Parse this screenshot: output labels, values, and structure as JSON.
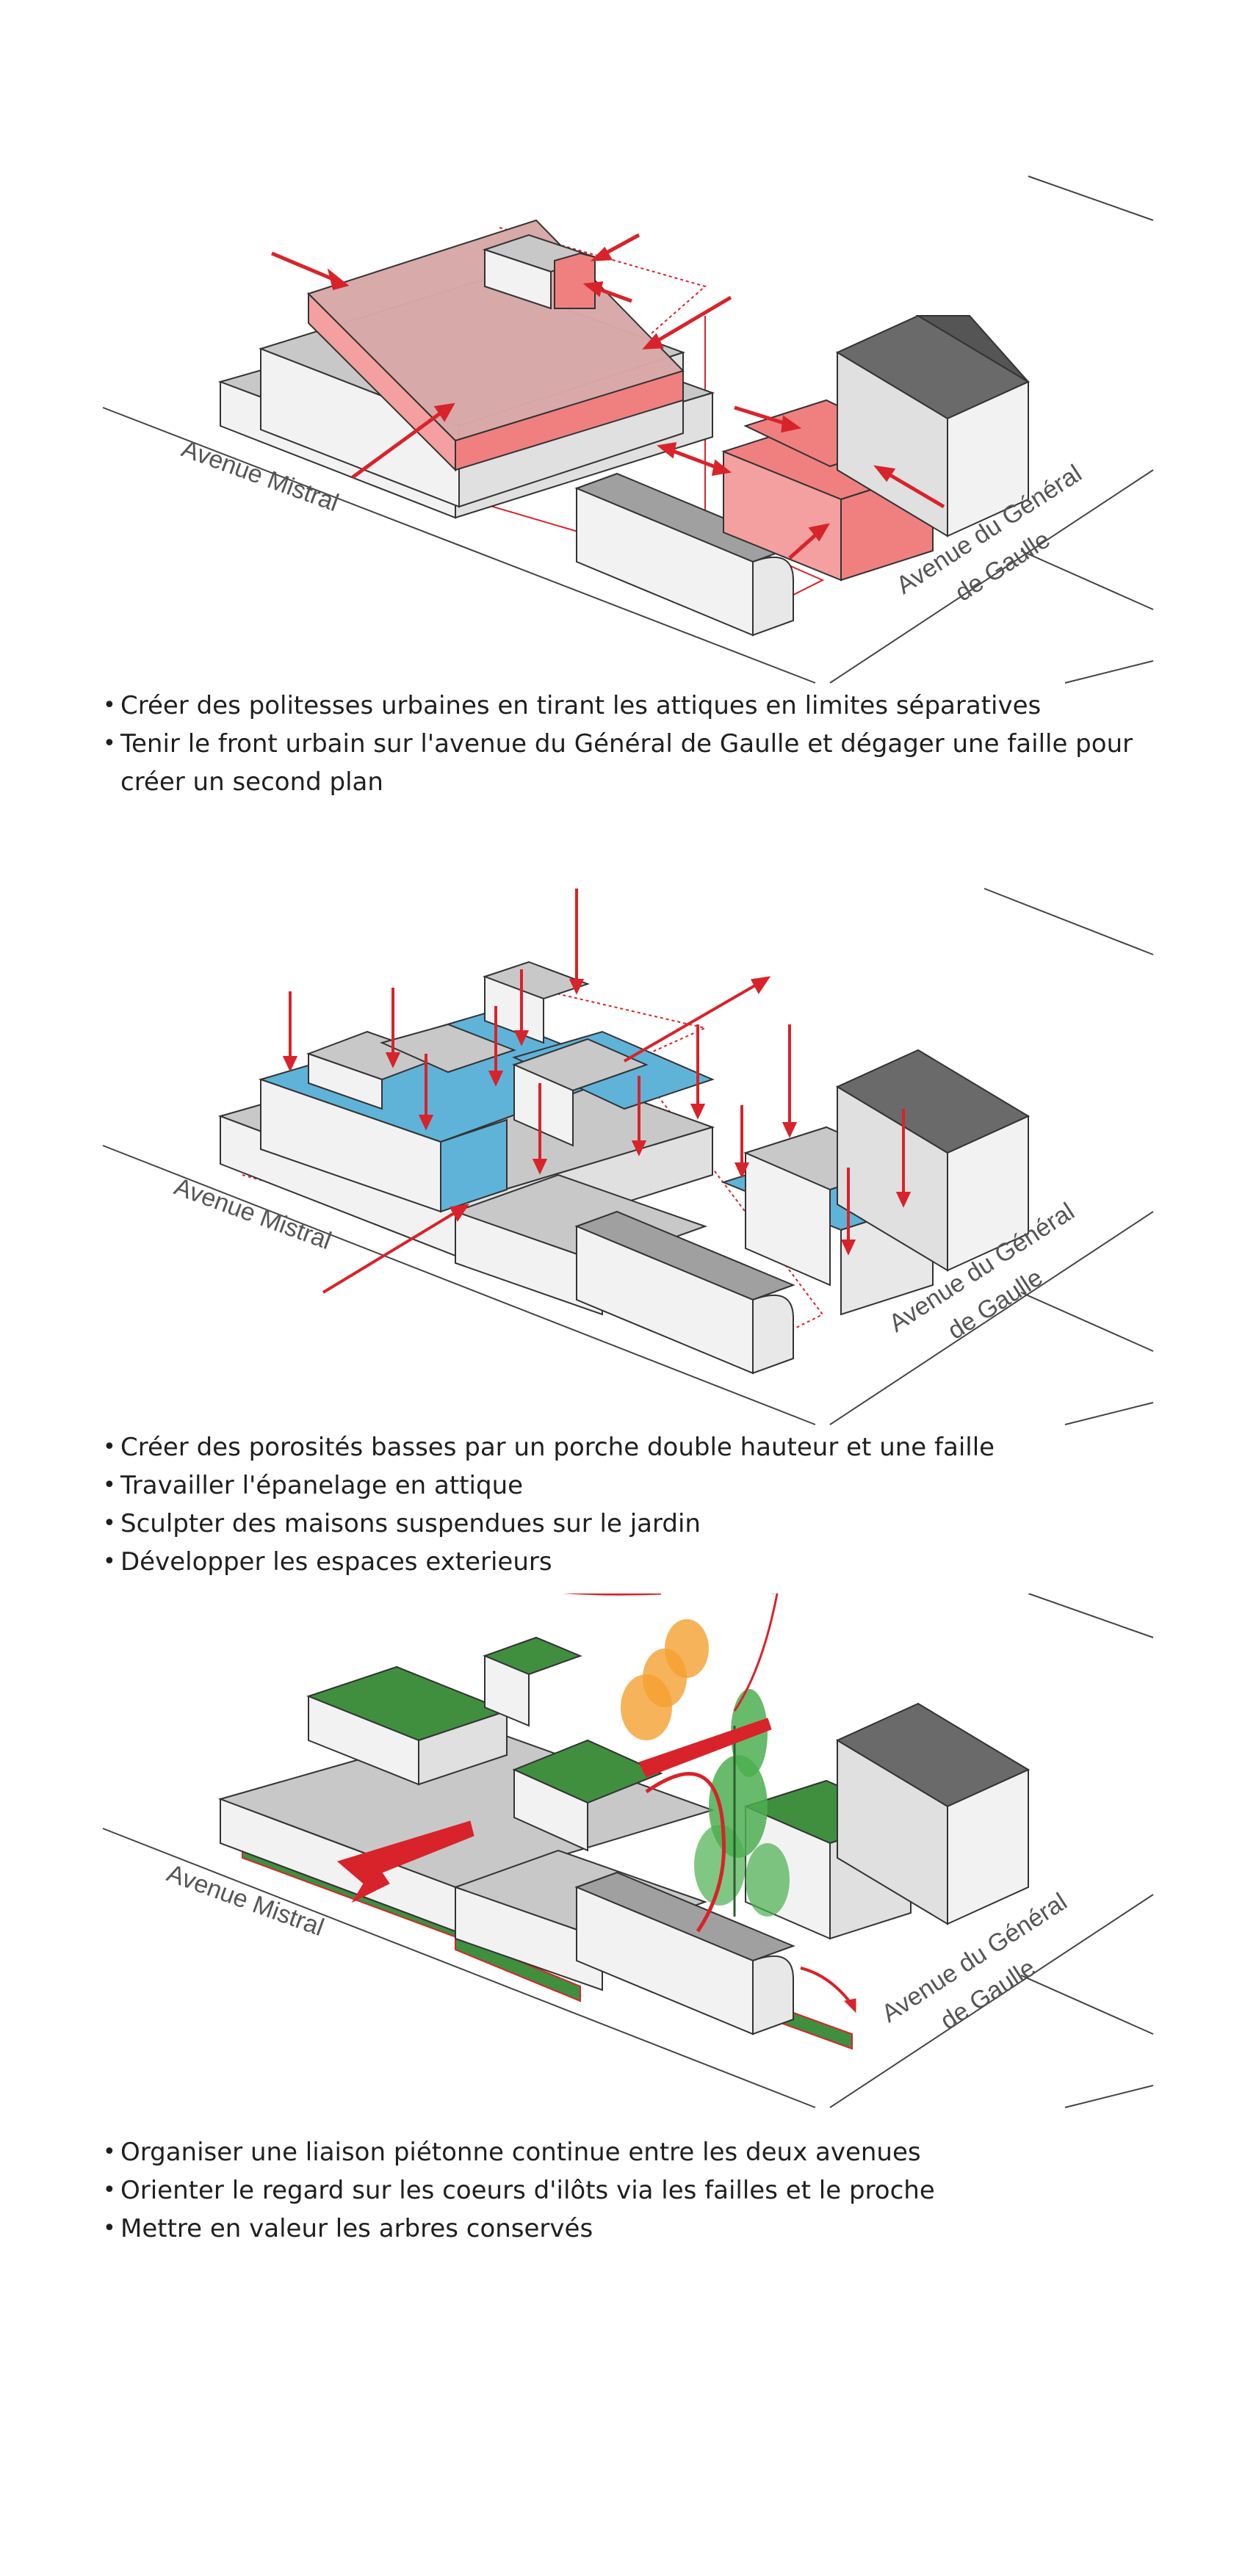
{
  "labels": {
    "avenue_mistral": "Avenue Mistral",
    "avenue_gaulle_line1": "Avenue du Général",
    "avenue_gaulle_line2": "de Gaulle"
  },
  "sections": [
    {
      "bullets": [
        "Créer des politesses urbaines en tirant les attiques en limites séparatives",
        "Tenir le front urbain sur l'avenue du Général de Gaulle et dégager une faille pour créer un second plan"
      ]
    },
    {
      "bullets": [
        "Créer des porosités basses par un porche double hauteur et une faille",
        "Travailler l'épanelage en attique",
        "Sculpter des maisons suspendues sur le jardin",
        "Développer les espaces exterieurs"
      ]
    },
    {
      "bullets": [
        "Organiser une liaison piétonne continue entre les deux avenues",
        "Orienter le regard sur les coeurs d'ilôts via les failles et le proche",
        "Mettre en valeur les arbres conservés"
      ]
    }
  ],
  "colors": {
    "accent_red": "#d8232a",
    "pink_volume": "#f08080",
    "blue_volume": "#5fb3d9",
    "green_roof": "#3f8f3f",
    "orange_tree": "#f5a030",
    "grey_roof": "#c8c8c8",
    "white_side": "#f2f2f2"
  }
}
